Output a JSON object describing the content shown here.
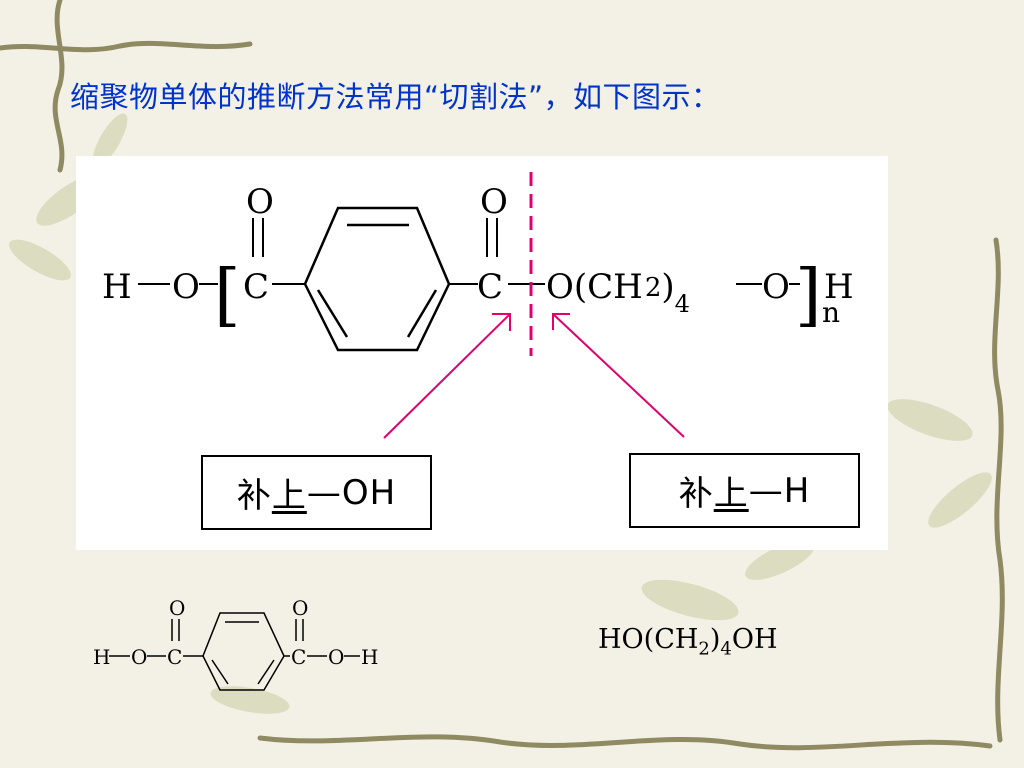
{
  "heading": "缩聚物单体的推断方法常用“切割法”，如下图示：",
  "polymer": {
    "h_left": "H",
    "o_left": "O",
    "bracket_open": "[",
    "carbonyl_c_left": "C",
    "carbonyl_o_left": "O",
    "carbonyl_c_right": "C",
    "carbonyl_o_right": "O",
    "ester_group": "O(CH",
    "sub_2": "2",
    "paren_close": ")",
    "sub_4": "4",
    "o_right": "O",
    "bracket_close": "]",
    "h_right": "H",
    "repeat_n": "n"
  },
  "labels": {
    "add_oh_prefix": "补",
    "add_oh_mid": "上",
    "add_oh_suffix": "—OH",
    "add_h_prefix": "补",
    "add_h_mid": "上",
    "add_h_suffix": "—H"
  },
  "monomer_acid": {
    "h_left": "H",
    "o_left": "O",
    "c_left": "C",
    "co_left": "O",
    "c_right": "C",
    "co_right": "O",
    "o_right": "O",
    "h_right": "H"
  },
  "monomer_diol": {
    "prefix": "HO(CH",
    "sub_2": "2",
    "paren": ")",
    "sub_4": "4",
    "suffix": "OH"
  },
  "colors": {
    "heading": "#0033cc",
    "cut_line": "#e0006e",
    "arrow": "#e0006e",
    "vine": "#8f8a62",
    "leaf": "#c9cba0"
  }
}
